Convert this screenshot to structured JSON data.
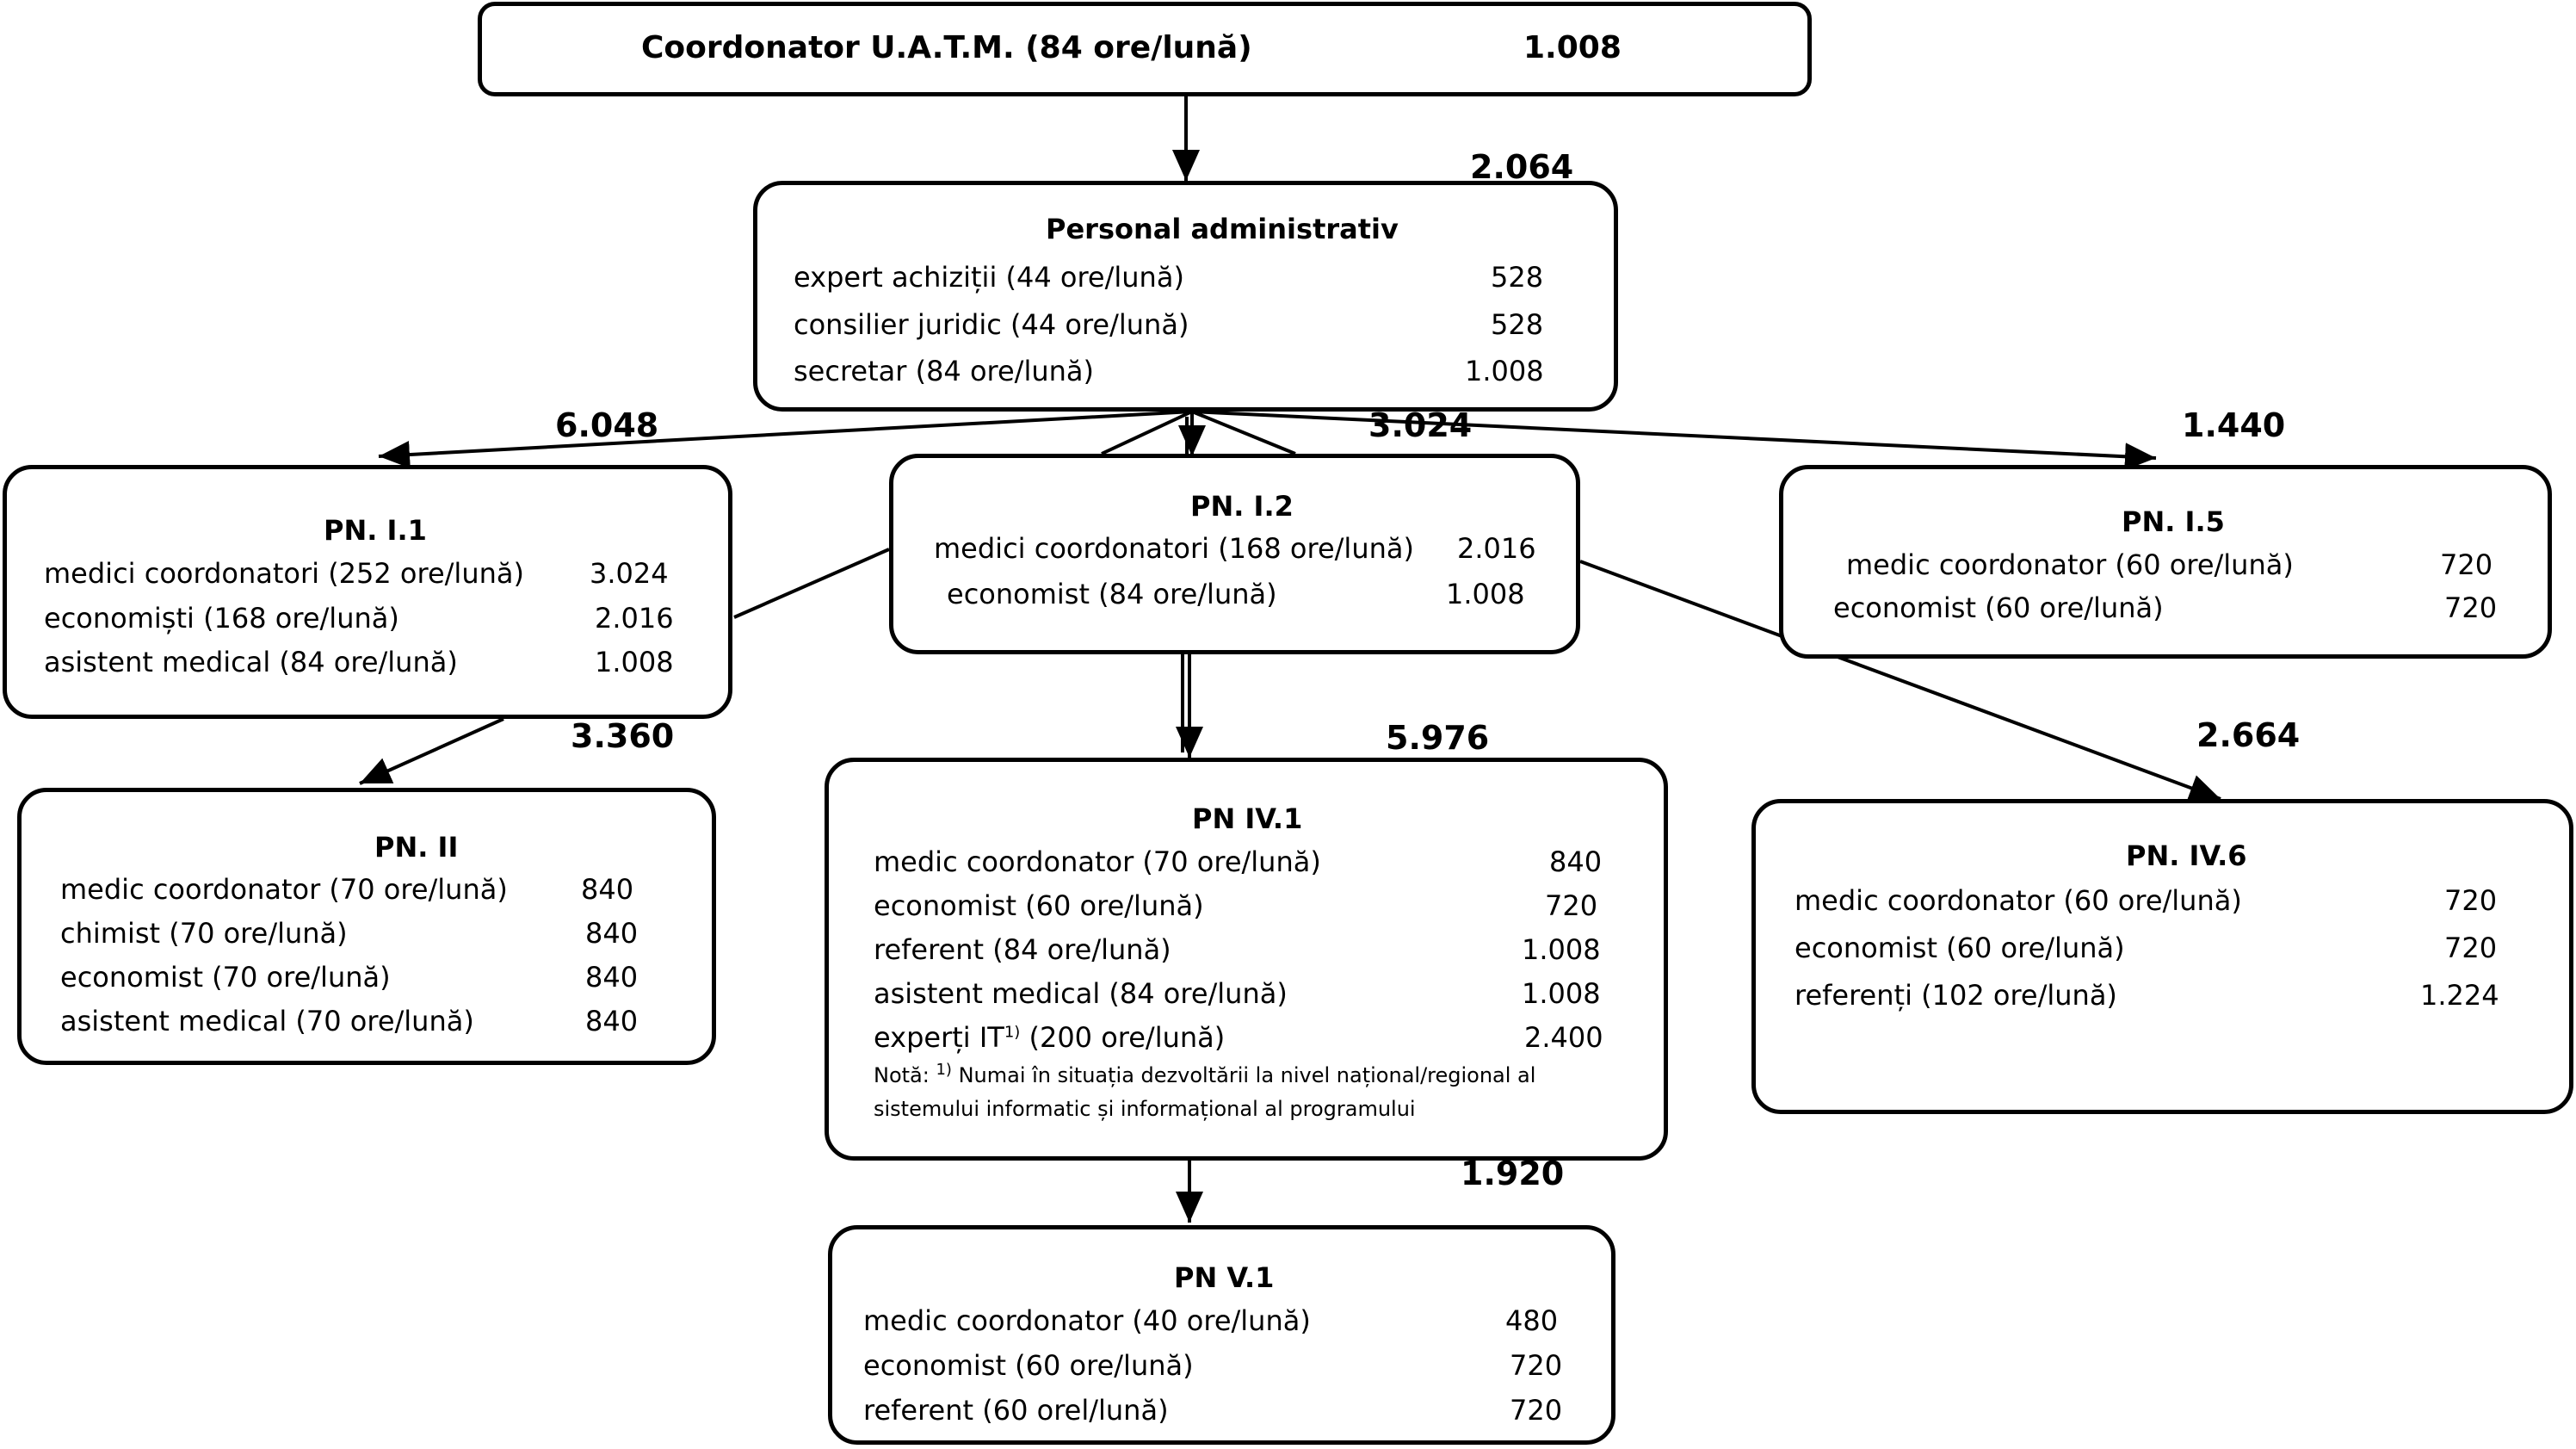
{
  "totals": {
    "admin": "2.064",
    "pn_i1": "6.048",
    "pn_i2": "3.024",
    "pn_i5": "1.440",
    "pn_ii": "3.360",
    "pn_iv1": "5.976",
    "pn_iv6": "2.664",
    "pn_v1": "1.920"
  },
  "coordinator": {
    "label": "Coordonator U.A.T.M. (84 ore/lună)",
    "value": "1.008"
  },
  "admin": {
    "title": "Personal administrativ",
    "rows": [
      {
        "label": "expert achiziții (44 ore/lună)",
        "value": "528"
      },
      {
        "label": "consilier juridic (44 ore/lună)",
        "value": "528"
      },
      {
        "label": "secretar (84 ore/lună)",
        "value": "1.008"
      }
    ]
  },
  "pn_i1": {
    "title": "PN. I.1",
    "rows": [
      {
        "label": "medici coordonatori (252 ore/lună)",
        "value": "3.024"
      },
      {
        "label": "economiști (168 ore/lună)",
        "value": "2.016"
      },
      {
        "label": "asistent medical (84 ore/lună)",
        "value": "1.008"
      }
    ]
  },
  "pn_i2": {
    "title": "PN. I.2",
    "rows": [
      {
        "label": "medici coordonatori (168 ore/lună)",
        "value": "2.016"
      },
      {
        "label": "economist (84 ore/lună)",
        "value": "1.008"
      }
    ]
  },
  "pn_i5": {
    "title": "PN. I.5",
    "rows": [
      {
        "label": "medic coordonator (60 ore/lună)",
        "value": "720"
      },
      {
        "label": "economist (60 ore/lună)",
        "value": "720"
      }
    ]
  },
  "pn_ii": {
    "title": "PN. II",
    "rows": [
      {
        "label": "medic coordonator (70 ore/lună)",
        "value": "840"
      },
      {
        "label": "chimist (70 ore/lună)",
        "value": "840"
      },
      {
        "label": "economist (70 ore/lună)",
        "value": "840"
      },
      {
        "label": "asistent medical (70 ore/lună)",
        "value": "840"
      }
    ]
  },
  "pn_iv1": {
    "title": "PN IV.1",
    "rows": [
      {
        "label": "medic  coordonator (70 ore/lună)",
        "value": "840"
      },
      {
        "label": "economist (60 ore/lună)",
        "value": "720"
      },
      {
        "label": "referent  (84 ore/lună)",
        "value": "1.008"
      },
      {
        "label": "asistent medical (84 ore/lună)",
        "value": "1.008"
      }
    ],
    "it_label": "experți IT",
    "it_sup": "1)",
    "it_hours": " (200 ore/lună)",
    "it_value": "2.400",
    "note_prefix": "Notă: ",
    "note_sup": "1)",
    "note_line1": " Numai în situația dezvoltării la nivel național/regional al",
    "note_line2": "sistemului informatic și informațional al programului"
  },
  "pn_iv6": {
    "title": "PN. IV.6",
    "rows": [
      {
        "label": "medic  coordonator (60 ore/lună)",
        "value": "720"
      },
      {
        "label": "economist (60 ore/lună)",
        "value": "720"
      },
      {
        "label": "referenți (102 ore/lună)",
        "value": "1.224"
      }
    ]
  },
  "pn_v1": {
    "title": "PN V.1",
    "rows": [
      {
        "label": "medic coordonator (40 ore/lună)",
        "value": "480"
      },
      {
        "label": "economist (60 ore/lună)",
        "value": "720"
      },
      {
        "label": "referent (60 orel/lună)",
        "value": "720"
      }
    ]
  }
}
